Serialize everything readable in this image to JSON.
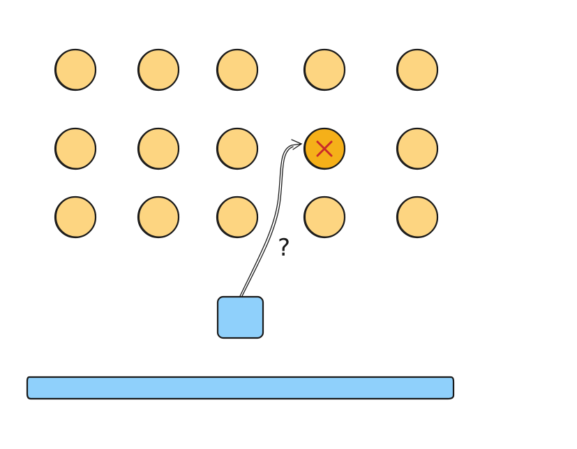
{
  "diagram": {
    "grid": {
      "rows": 3,
      "cols": 5,
      "target": {
        "row": 1,
        "col": 3
      }
    },
    "colors": {
      "ball": "#fdd581",
      "target_ball": "#f5b019",
      "target_mark": "#c92a2a",
      "paddle": "#8fd0fb",
      "bar": "#8fd0fb",
      "stroke": "#1a1a1a"
    },
    "target_mark_symbol": "×",
    "question_label": "?"
  }
}
